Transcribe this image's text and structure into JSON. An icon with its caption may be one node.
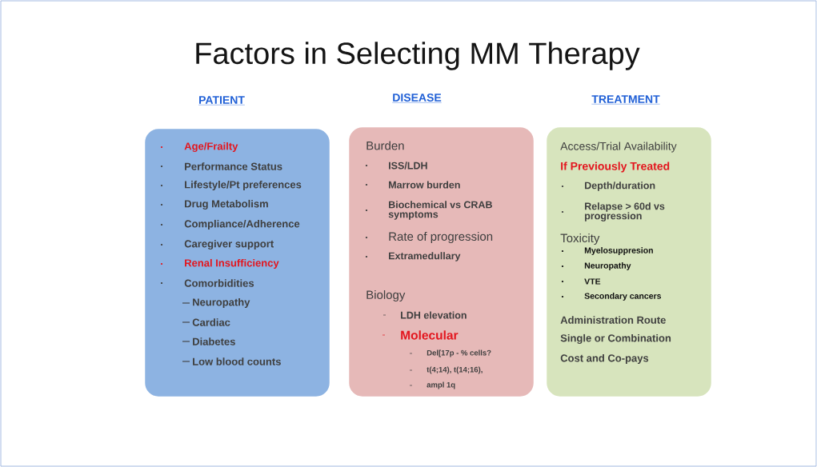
{
  "diagram": {
    "title": "Factors in Selecting MM Therapy",
    "nodes": [
      {
        "text": [
          "PATIENT",
          "Age/Frailty",
          "Performance Status",
          "Lifestyle/Pt preferences",
          "Drug Metabolism",
          "Compliance/Adherence",
          "Caregiver support",
          "Renal Insufficiency",
          "Comorbidities",
          "Neuropathy",
          "Cardiac",
          "Diabetes",
          "Low blood counts"
        ]
      },
      {
        "text": [
          "DISEASE",
          "Burden",
          "ISS/LDH",
          "Marrow burden",
          "Biochemical vs CRAB symptoms",
          "Rate of progression",
          "Extramedullary",
          "Biology",
          "LDH elevation",
          "Molecular",
          "Del[17p - % cells?",
          "t(4;14), t(14;16),",
          "ampl 1q"
        ]
      },
      {
        "text": [
          "TREATMENT",
          "Access/Trial Availability",
          "If Previously Treated",
          "Depth/duration",
          "Relapse > 60d vs progression",
          "Toxicity",
          "Myelosuppresion",
          "Neuropathy",
          "VTE",
          "Secondary cancers",
          "Administration Route",
          "Single or Combination",
          "Cost and Co-pays"
        ]
      }
    ]
  }
}
